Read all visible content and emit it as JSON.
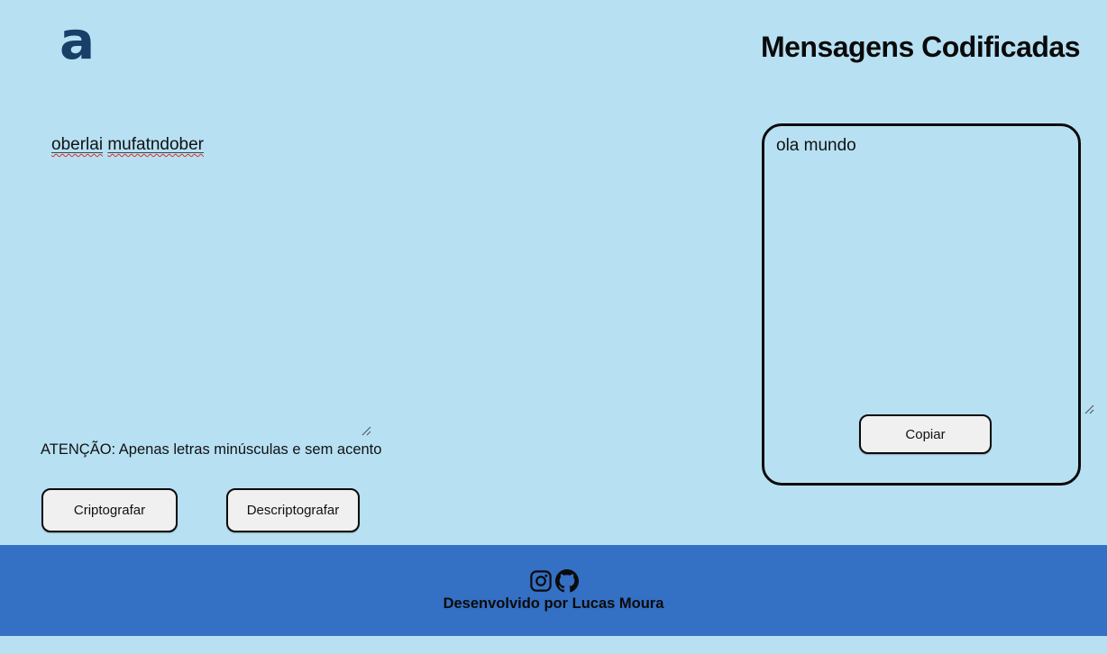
{
  "header": {
    "logo": "a",
    "title": "Mensagens Codificadas"
  },
  "input_panel": {
    "words": [
      "oberlai",
      "mufatndober"
    ],
    "warning": "ATENÇÃO: Apenas letras minúsculas e sem acento",
    "encrypt_label": "Criptografar",
    "decrypt_label": "Descriptografar"
  },
  "output_panel": {
    "text": "ola mundo",
    "copy_label": "Copiar"
  },
  "footer": {
    "icons": [
      "instagram-icon",
      "github-icon"
    ],
    "credit": "Desenvolvido por Lucas Moura"
  },
  "colors": {
    "background": "#b7e1f3",
    "footer_bar": "#3470c4",
    "logo": "#173f68",
    "button_bg": "#f0f0f0",
    "spellcheck_squiggle": "#d93025"
  }
}
